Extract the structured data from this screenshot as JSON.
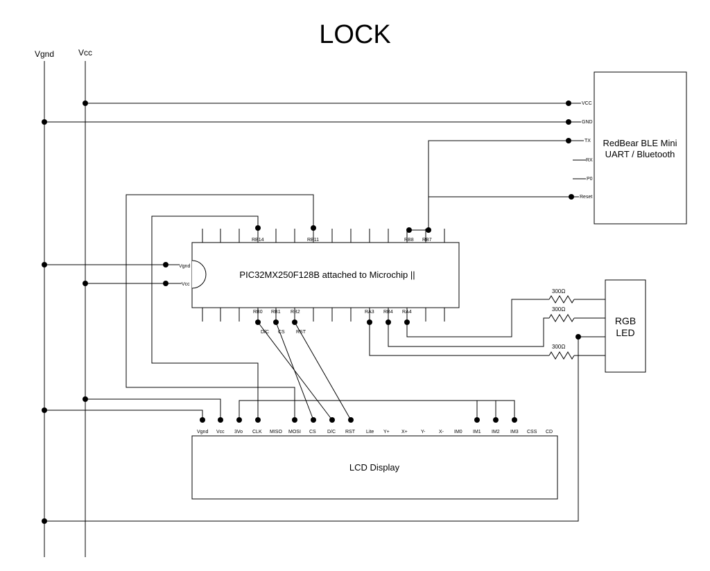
{
  "title": "LOCK",
  "rails": {
    "gnd": "Vgnd",
    "vcc": "Vcc"
  },
  "mcu": {
    "name": "PIC32MX250F128B attached to Microchip ||",
    "left_pins": [
      "Vgnd",
      "Vcc"
    ],
    "top_pins": [
      "RB14",
      "RB11",
      "RB8",
      "RB7"
    ],
    "bottom_pins": [
      "RB0",
      "RB1",
      "RB2",
      "RA3",
      "RB4",
      "RA4"
    ]
  },
  "ble": {
    "name_line1": "RedBear BLE Mini",
    "name_line2": "UART / Bluetooth",
    "pins": [
      "VCC",
      "GND",
      "TX",
      "RX",
      "P0",
      "Reset"
    ]
  },
  "led": {
    "name_line1": "RGB",
    "name_line2": "LED",
    "resistors": [
      "300Ω",
      "300Ω",
      "300Ω"
    ]
  },
  "lcd": {
    "name": "LCD Display",
    "pins": [
      "Vgnd",
      "Vcc",
      "3Vo",
      "CLK",
      "MISO",
      "MOSI",
      "CS",
      "D/C",
      "RST",
      "Lite",
      "Y+",
      "X+",
      "Y-",
      "X-",
      "IM0",
      "IM1",
      "IM2",
      "IM3",
      "CSS",
      "CD"
    ]
  },
  "wire_labels": [
    "D/C",
    "CS",
    "RST"
  ]
}
